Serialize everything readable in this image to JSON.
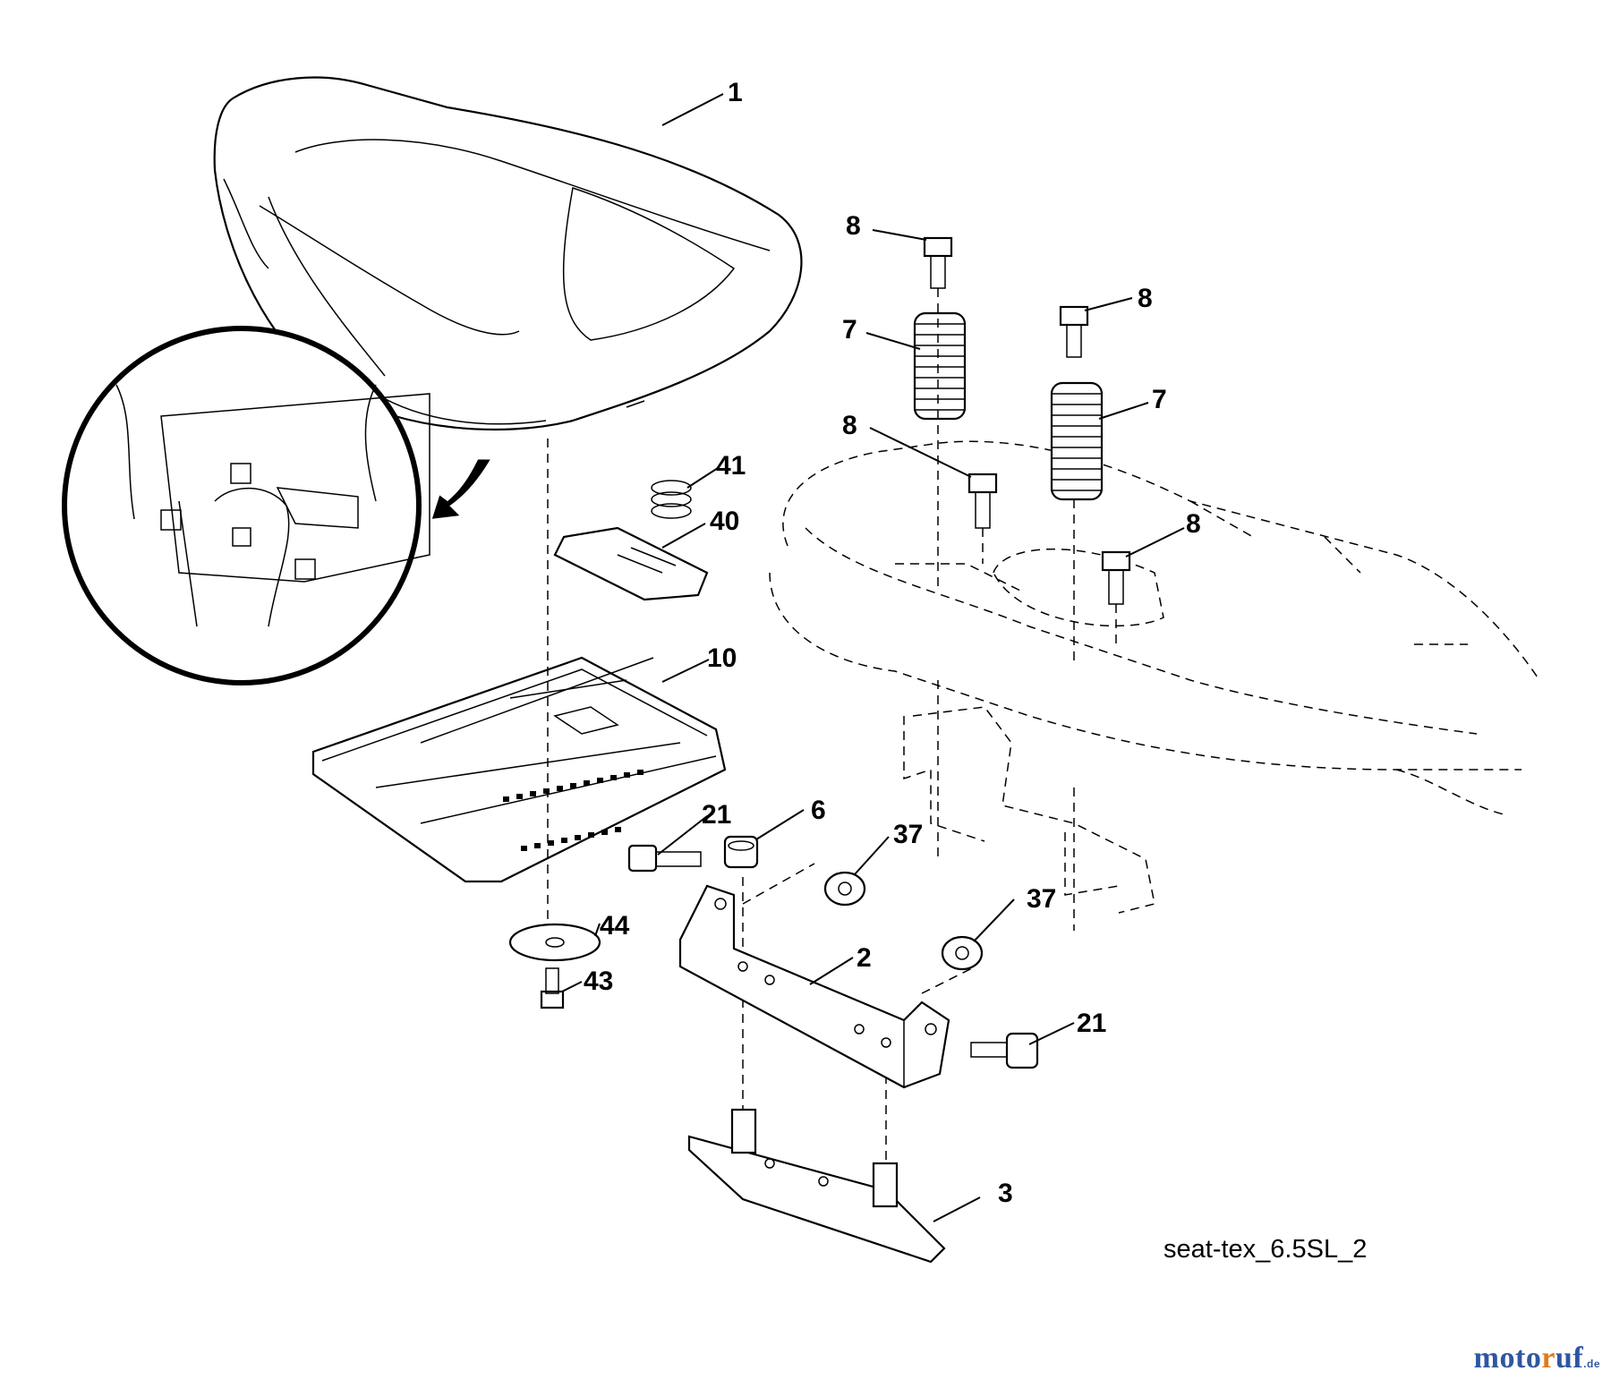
{
  "diagram": {
    "callouts": [
      {
        "id": "c1",
        "label": "1"
      },
      {
        "id": "c8a",
        "label": "8"
      },
      {
        "id": "c8b",
        "label": "8"
      },
      {
        "id": "c8c",
        "label": "8"
      },
      {
        "id": "c8d",
        "label": "8"
      },
      {
        "id": "c7a",
        "label": "7"
      },
      {
        "id": "c7b",
        "label": "7"
      },
      {
        "id": "c41",
        "label": "41"
      },
      {
        "id": "c40",
        "label": "40"
      },
      {
        "id": "c10",
        "label": "10"
      },
      {
        "id": "c6",
        "label": "6"
      },
      {
        "id": "c21a",
        "label": "21"
      },
      {
        "id": "c37a",
        "label": "37"
      },
      {
        "id": "c37b",
        "label": "37"
      },
      {
        "id": "c44",
        "label": "44"
      },
      {
        "id": "c43",
        "label": "43"
      },
      {
        "id": "c2",
        "label": "2"
      },
      {
        "id": "c21b",
        "label": "21"
      },
      {
        "id": "c3",
        "label": "3"
      }
    ],
    "caption": "seat-tex_6.5SL_2"
  },
  "watermark": {
    "part1": "moto",
    "part2": "r",
    "part3": "uf",
    "suffix": ".de",
    "colors": {
      "blue": "#2f56a3",
      "orange": "#e07a1c"
    }
  }
}
